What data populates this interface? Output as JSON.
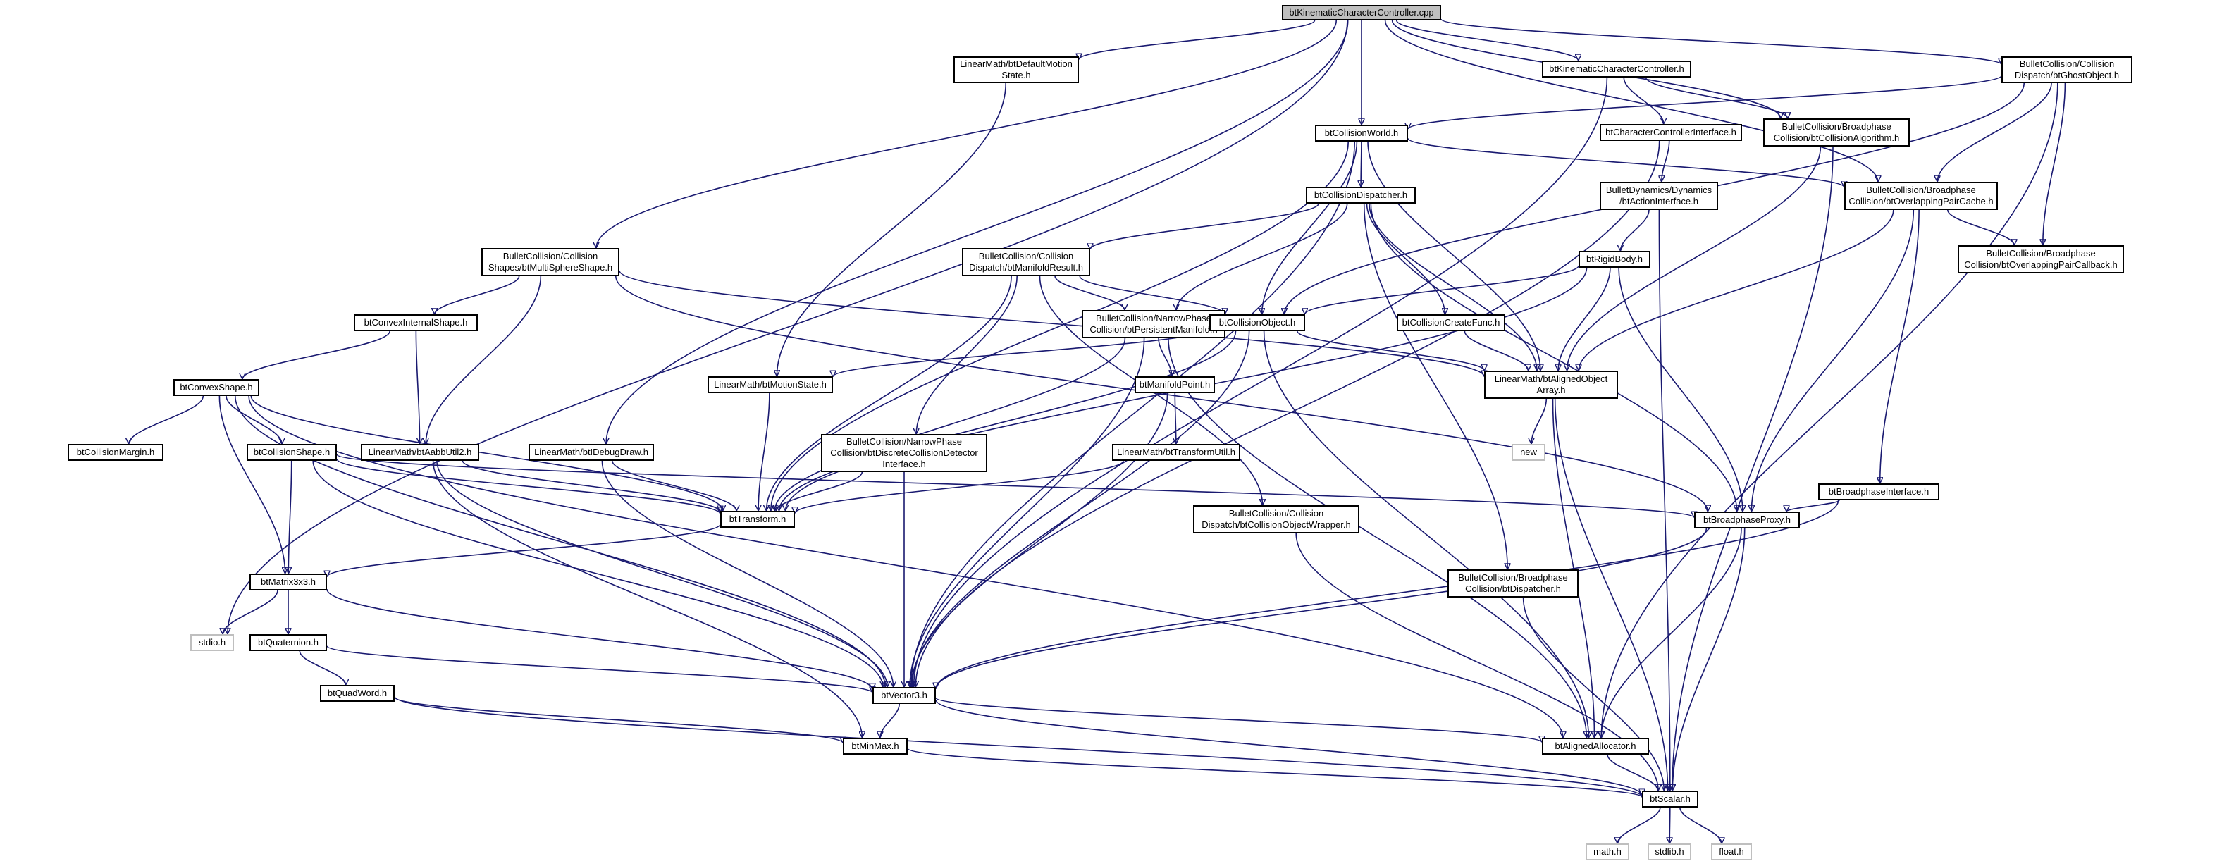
{
  "graph": {
    "edge_color": "#191970",
    "root_fill": "#bfbfbf",
    "external_border": "#bfbfbf",
    "nodes": {
      "kcc_cpp": "btKinematicCharacterController.cpp",
      "default_motion_state": "LinearMath/btDefaultMotion\nState.h",
      "kcc_h": "btKinematicCharacterController.h",
      "ghost_object": "BulletCollision/Collision\nDispatch/btGhostObject.h",
      "collision_world": "btCollisionWorld.h",
      "char_ctrl_iface": "btCharacterControllerInterface.h",
      "collision_algorithm": "BulletCollision/Broadphase\nCollision/btCollisionAlgorithm.h",
      "collision_dispatcher": "btCollisionDispatcher.h",
      "action_interface": "BulletDynamics/Dynamics\n/btActionInterface.h",
      "overlapping_pair_cache": "BulletCollision/Broadphase\nCollision/btOverlappingPairCache.h",
      "manifold_result": "BulletCollision/Collision\nDispatch/btManifoldResult.h",
      "multisphere": "BulletCollision/Collision\nShapes/btMultiSphereShape.h",
      "rigid_body": "btRigidBody.h",
      "overlapping_pair_callback": "BulletCollision/Broadphase\nCollision/btOverlappingPairCallback.h",
      "persistent_manifold": "BulletCollision/NarrowPhase\nCollision/btPersistentManifold.h",
      "collision_object": "btCollisionObject.h",
      "collision_create_func": "btCollisionCreateFunc.h",
      "convex_internal": "btConvexInternalShape.h",
      "aligned_object_array": "LinearMath/btAlignedObject\nArray.h",
      "convex_shape": "btConvexShape.h",
      "motion_state": "LinearMath/btMotionState.h",
      "manifold_point": "btManifoldPoint.h",
      "new_h": "new",
      "collision_margin": "btCollisionMargin.h",
      "collision_shape": "btCollisionShape.h",
      "aabb_util": "LinearMath/btAabbUtil2.h",
      "idebug_draw": "LinearMath/btIDebugDraw.h",
      "discrete_detector": "BulletCollision/NarrowPhase\nCollision/btDiscreteCollisionDetector\nInterface.h",
      "transform_util": "LinearMath/btTransformUtil.h",
      "broadphase_iface": "btBroadphaseInterface.h",
      "transform": "btTransform.h",
      "object_wrapper": "BulletCollision/Collision\nDispatch/btCollisionObjectWrapper.h",
      "broadphase_proxy": "btBroadphaseProxy.h",
      "matrix3x3": "btMatrix3x3.h",
      "dispatcher": "BulletCollision/Broadphase\nCollision/btDispatcher.h",
      "stdio": "stdio.h",
      "quaternion": "btQuaternion.h",
      "quadword": "btQuadWord.h",
      "vector3": "btVector3.h",
      "minmax": "btMinMax.h",
      "aligned_allocator": "btAlignedAllocator.h",
      "scalar": "btScalar.h",
      "math_h": "math.h",
      "stdlib_h": "stdlib.h",
      "float_h": "float.h"
    },
    "edges": [
      [
        "kcc_cpp",
        "stdio"
      ],
      [
        "kcc_cpp",
        "multisphere"
      ],
      [
        "kcc_cpp",
        "idebug_draw"
      ],
      [
        "kcc_cpp",
        "default_motion_state"
      ],
      [
        "kcc_cpp",
        "collision_world"
      ],
      [
        "kcc_cpp",
        "kcc_h"
      ],
      [
        "kcc_cpp",
        "collision_algorithm"
      ],
      [
        "kcc_cpp",
        "overlapping_pair_cache"
      ],
      [
        "kcc_cpp",
        "ghost_object"
      ],
      [
        "default_motion_state",
        "motion_state"
      ],
      [
        "kcc_h",
        "vector3"
      ],
      [
        "kcc_h",
        "char_ctrl_iface"
      ],
      [
        "kcc_h",
        "collision_algorithm"
      ],
      [
        "ghost_object",
        "collision_world"
      ],
      [
        "ghost_object",
        "overlapping_pair_cache"
      ],
      [
        "ghost_object",
        "overlapping_pair_callback"
      ],
      [
        "ghost_object",
        "aligned_allocator"
      ],
      [
        "ghost_object",
        "collision_object"
      ],
      [
        "collision_world",
        "transform"
      ],
      [
        "collision_world",
        "vector3"
      ],
      [
        "collision_world",
        "collision_object"
      ],
      [
        "collision_world",
        "collision_dispatcher"
      ],
      [
        "collision_world",
        "overlapping_pair_cache"
      ],
      [
        "collision_world",
        "aligned_object_array"
      ],
      [
        "char_ctrl_iface",
        "action_interface"
      ],
      [
        "char_ctrl_iface",
        "vector3"
      ],
      [
        "collision_algorithm",
        "aligned_object_array"
      ],
      [
        "collision_algorithm",
        "scalar"
      ],
      [
        "collision_dispatcher",
        "manifold_result"
      ],
      [
        "collision_dispatcher",
        "persistent_manifold"
      ],
      [
        "collision_dispatcher",
        "collision_create_func"
      ],
      [
        "collision_dispatcher",
        "aligned_object_array"
      ],
      [
        "collision_dispatcher",
        "dispatcher"
      ],
      [
        "collision_dispatcher",
        "broadphase_proxy"
      ],
      [
        "action_interface",
        "rigid_body"
      ],
      [
        "action_interface",
        "scalar"
      ],
      [
        "overlapping_pair_cache",
        "overlapping_pair_callback"
      ],
      [
        "overlapping_pair_cache",
        "broadphase_iface"
      ],
      [
        "overlapping_pair_cache",
        "aligned_object_array"
      ],
      [
        "overlapping_pair_cache",
        "broadphase_proxy"
      ],
      [
        "manifold_result",
        "persistent_manifold"
      ],
      [
        "manifold_result",
        "collision_object"
      ],
      [
        "manifold_result",
        "transform"
      ],
      [
        "manifold_result",
        "discrete_detector"
      ],
      [
        "manifold_result",
        "object_wrapper"
      ],
      [
        "multisphere",
        "convex_internal"
      ],
      [
        "multisphere",
        "aabb_util"
      ],
      [
        "multisphere",
        "aligned_object_array"
      ],
      [
        "multisphere",
        "broadphase_proxy"
      ],
      [
        "rigid_body",
        "collision_object"
      ],
      [
        "rigid_body",
        "aligned_object_array"
      ],
      [
        "rigid_body",
        "transform"
      ],
      [
        "rigid_body",
        "broadphase_proxy"
      ],
      [
        "persistent_manifold",
        "manifold_point"
      ],
      [
        "persistent_manifold",
        "transform"
      ],
      [
        "persistent_manifold",
        "vector3"
      ],
      [
        "persistent_manifold",
        "aligned_allocator"
      ],
      [
        "collision_object",
        "motion_state"
      ],
      [
        "collision_object",
        "aligned_object_array"
      ],
      [
        "collision_object",
        "transform"
      ],
      [
        "collision_object",
        "vector3"
      ],
      [
        "collision_object",
        "aligned_allocator"
      ],
      [
        "collision_create_func",
        "aligned_object_array"
      ],
      [
        "convex_internal",
        "convex_shape"
      ],
      [
        "convex_internal",
        "aabb_util"
      ],
      [
        "aligned_object_array",
        "new_h"
      ],
      [
        "aligned_object_array",
        "aligned_allocator"
      ],
      [
        "aligned_object_array",
        "scalar"
      ],
      [
        "convex_shape",
        "collision_margin"
      ],
      [
        "convex_shape",
        "collision_shape"
      ],
      [
        "convex_shape",
        "matrix3x3"
      ],
      [
        "convex_shape",
        "transform"
      ],
      [
        "convex_shape",
        "vector3"
      ],
      [
        "convex_shape",
        "aligned_allocator"
      ],
      [
        "motion_state",
        "transform"
      ],
      [
        "manifold_point",
        "transform_util"
      ],
      [
        "manifold_point",
        "vector3"
      ],
      [
        "collision_shape",
        "matrix3x3"
      ],
      [
        "collision_shape",
        "transform"
      ],
      [
        "collision_shape",
        "vector3"
      ],
      [
        "collision_shape",
        "broadphase_proxy"
      ],
      [
        "aabb_util",
        "transform"
      ],
      [
        "aabb_util",
        "vector3"
      ],
      [
        "aabb_util",
        "minmax"
      ],
      [
        "idebug_draw",
        "transform"
      ],
      [
        "idebug_draw",
        "vector3"
      ],
      [
        "discrete_detector",
        "transform"
      ],
      [
        "discrete_detector",
        "vector3"
      ],
      [
        "transform_util",
        "transform"
      ],
      [
        "broadphase_iface",
        "broadphase_proxy"
      ],
      [
        "broadphase_iface",
        "vector3"
      ],
      [
        "transform",
        "matrix3x3"
      ],
      [
        "object_wrapper",
        "scalar"
      ],
      [
        "broadphase_proxy",
        "vector3"
      ],
      [
        "broadphase_proxy",
        "aligned_allocator"
      ],
      [
        "broadphase_proxy",
        "scalar"
      ],
      [
        "matrix3x3",
        "stdio"
      ],
      [
        "matrix3x3",
        "quaternion"
      ],
      [
        "matrix3x3",
        "vector3"
      ],
      [
        "dispatcher",
        "scalar"
      ],
      [
        "quaternion",
        "quadword"
      ],
      [
        "quaternion",
        "vector3"
      ],
      [
        "quadword",
        "minmax"
      ],
      [
        "quadword",
        "scalar"
      ],
      [
        "vector3",
        "minmax"
      ],
      [
        "vector3",
        "aligned_allocator"
      ],
      [
        "vector3",
        "scalar"
      ],
      [
        "minmax",
        "scalar"
      ],
      [
        "aligned_allocator",
        "scalar"
      ],
      [
        "scalar",
        "math_h"
      ],
      [
        "scalar",
        "stdlib_h"
      ],
      [
        "scalar",
        "float_h"
      ]
    ]
  }
}
